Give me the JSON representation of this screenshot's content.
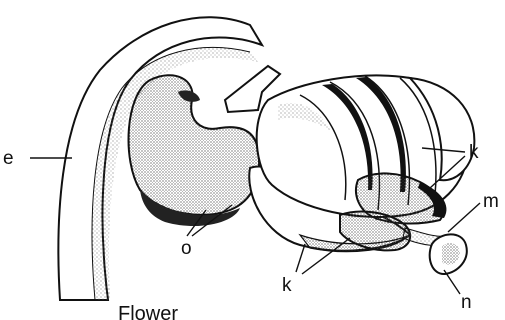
{
  "labels": {
    "e": "e",
    "o": "o",
    "k_top": "k",
    "k_bottom": "k",
    "m": "m",
    "n": "n"
  },
  "caption": "Flower",
  "colors": {
    "ink": "#111111",
    "paper": "#ffffff",
    "stipple": "#555555"
  }
}
